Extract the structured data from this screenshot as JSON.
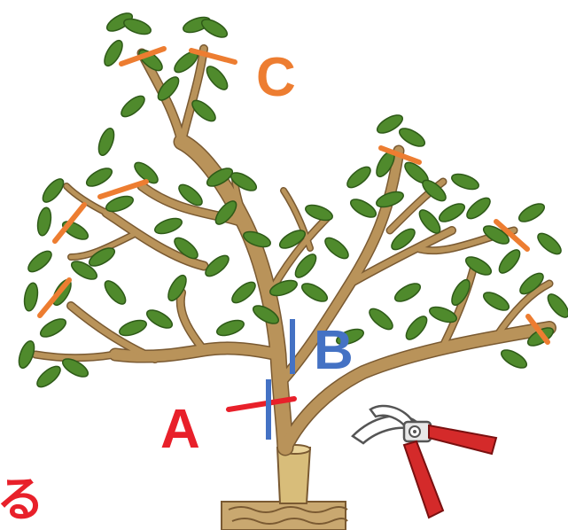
{
  "labels": {
    "a": "A",
    "b": "B",
    "c": "C",
    "corner_char": "る"
  },
  "colors": {
    "a_mark": "#e8202a",
    "b_mark": "#4472c4",
    "c_mark": "#ed7d31",
    "branch": "#b9935a",
    "branch_dark": "#7a5a32",
    "leaf": "#4f8a2c",
    "leaf_dark": "#2e5a18",
    "pruner_handle": "#d42a2a"
  },
  "icons": {
    "pruner": "pruning-shears-icon"
  }
}
